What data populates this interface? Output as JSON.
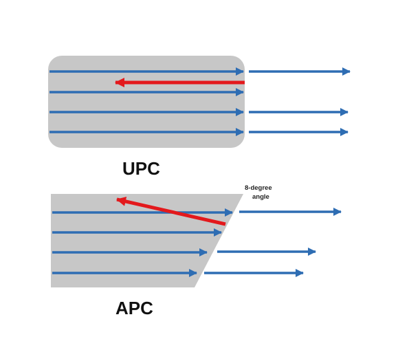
{
  "upc": {
    "label": "UPC"
  },
  "apc": {
    "label": "APC",
    "angle_label_line1": "8-degree",
    "angle_label_line2": "angle"
  },
  "colors": {
    "ferrule_fill": "#c7c7c7",
    "transmitted_arrow": "#2e6db3",
    "reflected_arrow": "#e3191c",
    "text": "#111111",
    "background": "#ffffff"
  }
}
